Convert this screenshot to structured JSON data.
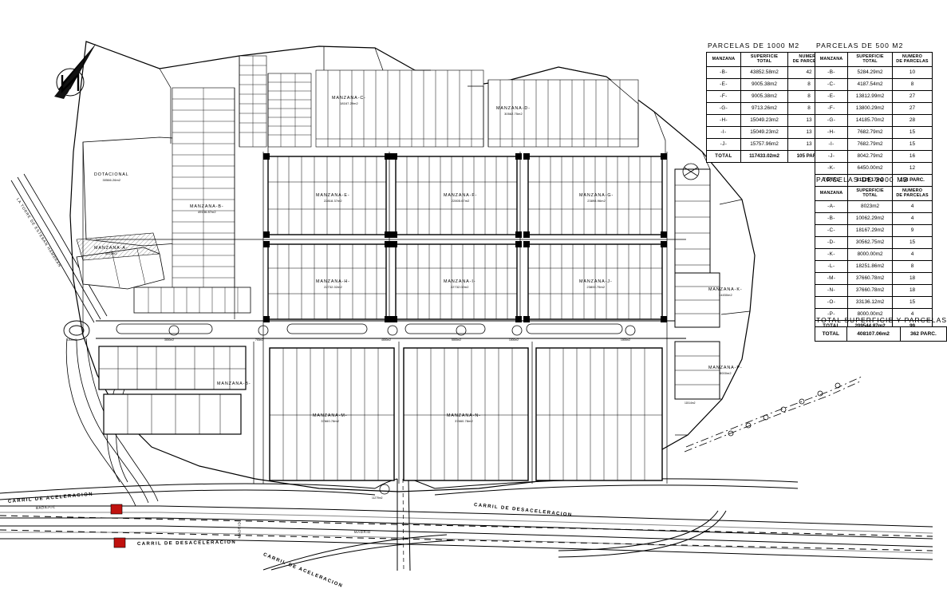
{
  "document": {
    "kind": "cadastral-parcelation-plan",
    "north_label": "N"
  },
  "tables": [
    {
      "id": "parcelas-1000",
      "title": "PARCELAS DE 1000 M2",
      "headers": [
        "MANZANA",
        "SUPERFICIE TOTAL",
        "NUMERO DE PARCELAS"
      ],
      "header_lines": [
        [
          "MANZANA"
        ],
        [
          "SUPERFICIE",
          "TOTAL"
        ],
        [
          "NUMERO",
          "DE PARCELAS"
        ]
      ],
      "rows": [
        {
          "manzana": "-B-",
          "superficie": "43852.58m2",
          "parcelas": "42"
        },
        {
          "manzana": "-E-",
          "superficie": "9005.38m2",
          "parcelas": "8"
        },
        {
          "manzana": "-F-",
          "superficie": "9005.38m2",
          "parcelas": "8"
        },
        {
          "manzana": "-G-",
          "superficie": "9713.26m2",
          "parcelas": "8"
        },
        {
          "manzana": "-H-",
          "superficie": "15049.23m2",
          "parcelas": "13"
        },
        {
          "manzana": "-I-",
          "superficie": "15049.23m2",
          "parcelas": "13"
        },
        {
          "manzana": "-J-",
          "superficie": "15757.96m2",
          "parcelas": "13"
        }
      ],
      "total": {
        "manzana": "TOTAL",
        "superficie": "117433.02m2",
        "parcelas": "105  PARC."
      }
    },
    {
      "id": "parcelas-500",
      "title": "PARCELAS DE 500 M2",
      "headers": [
        "MANZANA",
        "SUPERFICIE TOTAL",
        "NUMERO DE PARCELAS"
      ],
      "header_lines": [
        [
          "MANZANA"
        ],
        [
          "SUPERFICIE",
          "TOTAL"
        ],
        [
          "NUMERO",
          "DE PARCELAS"
        ]
      ],
      "rows": [
        {
          "manzana": "-B-",
          "superficie": "5284.29m2",
          "parcelas": "10"
        },
        {
          "manzana": "-C-",
          "superficie": "4187.54m2",
          "parcelas": "8"
        },
        {
          "manzana": "-E-",
          "superficie": "13812.99m2",
          "parcelas": "27"
        },
        {
          "manzana": "-F-",
          "superficie": "13800.29m2",
          "parcelas": "27"
        },
        {
          "manzana": "-G-",
          "superficie": "14185.70m2",
          "parcelas": "28"
        },
        {
          "manzana": "-H-",
          "superficie": "7682.79m2",
          "parcelas": "15"
        },
        {
          "manzana": "-I-",
          "superficie": "7682.79m2",
          "parcelas": "15"
        },
        {
          "manzana": "-J-",
          "superficie": "8042.79m2",
          "parcelas": "16"
        },
        {
          "manzana": "-K-",
          "superficie": "6450.00m2",
          "parcelas": "12"
        }
      ],
      "total": {
        "manzana": "TOTAL",
        "superficie": "81129.17m2",
        "parcelas": "158  PARC."
      }
    },
    {
      "id": "parcelas-2000",
      "title": "PARCELAS DE 2000 M2",
      "headers": [
        "MANZANA",
        "SUPERFICIE TOTAL",
        "NUMERO DE PARCELAS"
      ],
      "header_lines": [
        [
          "MANZANA"
        ],
        [
          "SUPERFICIE",
          "TOTAL"
        ],
        [
          "NUMERO",
          "DE PARCELAS"
        ]
      ],
      "rows": [
        {
          "manzana": "-A-",
          "superficie": "8023m2",
          "parcelas": "4"
        },
        {
          "manzana": "-B-",
          "superficie": "10062.29m2",
          "parcelas": "4"
        },
        {
          "manzana": "-C-",
          "superficie": "18167.29m2",
          "parcelas": "9"
        },
        {
          "manzana": "-D-",
          "superficie": "30562.75m2",
          "parcelas": "15"
        },
        {
          "manzana": "-K-",
          "superficie": "8000.00m2",
          "parcelas": "4"
        },
        {
          "manzana": "-L-",
          "superficie": "18251.86m2",
          "parcelas": "8"
        },
        {
          "manzana": "-M-",
          "superficie": "37660.78m2",
          "parcelas": "18"
        },
        {
          "manzana": "-N-",
          "superficie": "37660.78m2",
          "parcelas": "18"
        },
        {
          "manzana": "-O-",
          "superficie": "33136.12m2",
          "parcelas": "15"
        },
        {
          "manzana": "-P-",
          "superficie": "8000.00m2",
          "parcelas": "4"
        }
      ],
      "total": {
        "manzana": "TOTAL",
        "superficie": "209544.87m2",
        "parcelas": "99"
      }
    }
  ],
  "grand_total": {
    "title": "TOTAL SUPERFICIE Y PARCELAS",
    "label": "TOTAL",
    "superficie": "408107.06m2",
    "parcelas": "362  PARC."
  },
  "map_labels": {
    "dotacional": {
      "name": "DOTACIONAL",
      "area": "30566.26m2"
    },
    "manzanas": [
      {
        "id": "A",
        "label": "MANZANA-A-",
        "area": "8023m2"
      },
      {
        "id": "C",
        "label": "MANZANA-C-",
        "area": "18167.29m2"
      },
      {
        "id": "D",
        "label": "MANZANA-D-",
        "area": "30562.75m2"
      },
      {
        "id": "E",
        "label": "MANZANA-E-",
        "area": "22818.37m2"
      },
      {
        "id": "F",
        "label": "MANZANA-F-",
        "area": "22805.67m2"
      },
      {
        "id": "G",
        "label": "MANZANA-G-",
        "area": "23898.96m2"
      },
      {
        "id": "H",
        "label": "MANZANA-H-",
        "area": "22732.02m2"
      },
      {
        "id": "I",
        "label": "MANZANA-I-",
        "area": "22732.02m2"
      },
      {
        "id": "J",
        "label": "MANZANA-J-",
        "area": "23800.75m2"
      },
      {
        "id": "K",
        "label": "MANZANA-K-",
        "area": "14450m2"
      },
      {
        "id": "M",
        "label": "MANZANA-M-",
        "area": "37660.78m2"
      },
      {
        "id": "N",
        "label": "MANZANA-N-",
        "area": "37660.78m2"
      },
      {
        "id": "P",
        "label": "MANZANA-P-",
        "area": "8000m2"
      },
      {
        "id": "B",
        "label": "MANZANA-B-",
        "area": "49136.87m2"
      }
    ],
    "roads": [
      {
        "id": "carril-aceleracion-top",
        "text": "CARRIL DE ACELERACION"
      },
      {
        "id": "carril-desaceleracion-right",
        "text": "CARRIL DE DESACELERACION"
      },
      {
        "id": "carril-desaceleracion-mid",
        "text": "CARRIL DE DESACELERACION"
      },
      {
        "id": "carril-aceleracion-bottom",
        "text": "CARRIL DE ACELERACION"
      },
      {
        "id": "la-torre",
        "text": "LA TORRE DE ESTEBAN HAMBRAN"
      },
      {
        "id": "madrid",
        "text": "MADRID"
      },
      {
        "id": "badajoz",
        "text": "BADAJOZ"
      }
    ],
    "rotondas": [
      {
        "id": "r1",
        "area": "1000m2"
      },
      {
        "id": "r2",
        "area": "3000m2"
      },
      {
        "id": "r3",
        "area": "700m2"
      },
      {
        "id": "r4",
        "area": "4000m2"
      },
      {
        "id": "r5",
        "area": "5000m2"
      },
      {
        "id": "r6",
        "area": "1000m2"
      },
      {
        "id": "r7",
        "area": "11279m2"
      },
      {
        "id": "r8",
        "area": "11514m2"
      },
      {
        "id": "r9",
        "area": "9000m2"
      }
    ]
  },
  "colors": {
    "line": "#000000",
    "paper": "#ffffff",
    "marker_red": "#c0120f",
    "fill_grey": "#d9d9d9"
  }
}
